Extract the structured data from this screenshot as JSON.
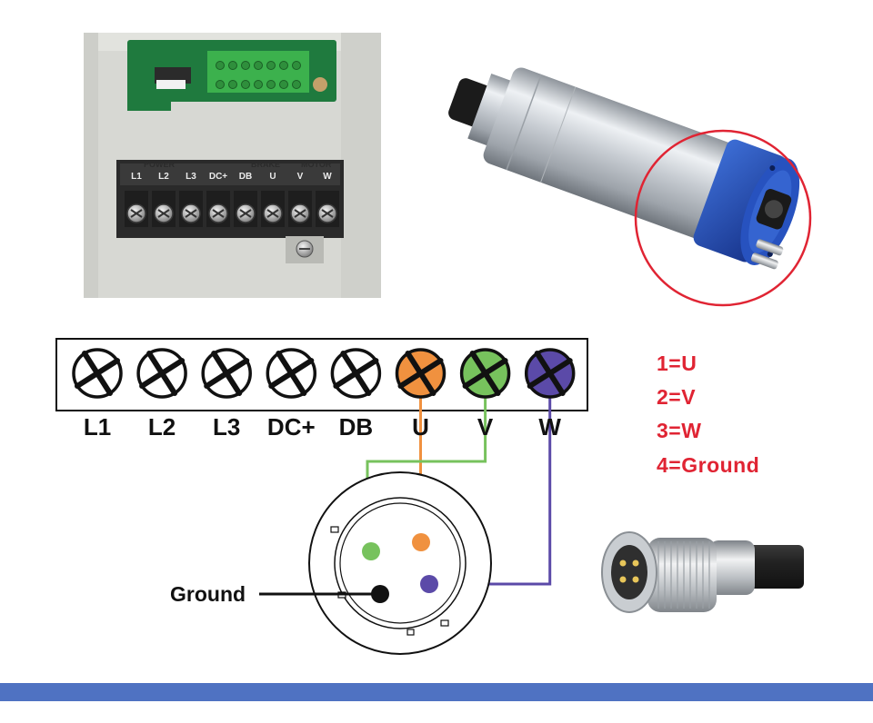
{
  "colors": {
    "accent_red": "#e02433",
    "wire_u": "#f0913f",
    "wire_v": "#77c25d",
    "wire_w": "#5b4aa8",
    "bottom_bar": "#4f72c2"
  },
  "vfd_photo": {
    "sections": [
      "POWER",
      "BRAKE",
      "MOTOR"
    ],
    "terminals": [
      "L1",
      "L2",
      "L3",
      "DC+",
      "DB",
      "U",
      "V",
      "W"
    ]
  },
  "terminal_block": {
    "terminals": [
      {
        "label": "L1",
        "color": "#ffffff"
      },
      {
        "label": "L2",
        "color": "#ffffff"
      },
      {
        "label": "L3",
        "color": "#ffffff"
      },
      {
        "label": "DC+",
        "color": "#ffffff"
      },
      {
        "label": "DB",
        "color": "#ffffff"
      },
      {
        "label": "U",
        "color": "#f0913f"
      },
      {
        "label": "V",
        "color": "#77c25d"
      },
      {
        "label": "W",
        "color": "#5b4aa8"
      }
    ]
  },
  "legend": [
    "1=U",
    "2=V",
    "3=W",
    "4=Ground"
  ],
  "connector": {
    "ground_label": "Ground"
  }
}
